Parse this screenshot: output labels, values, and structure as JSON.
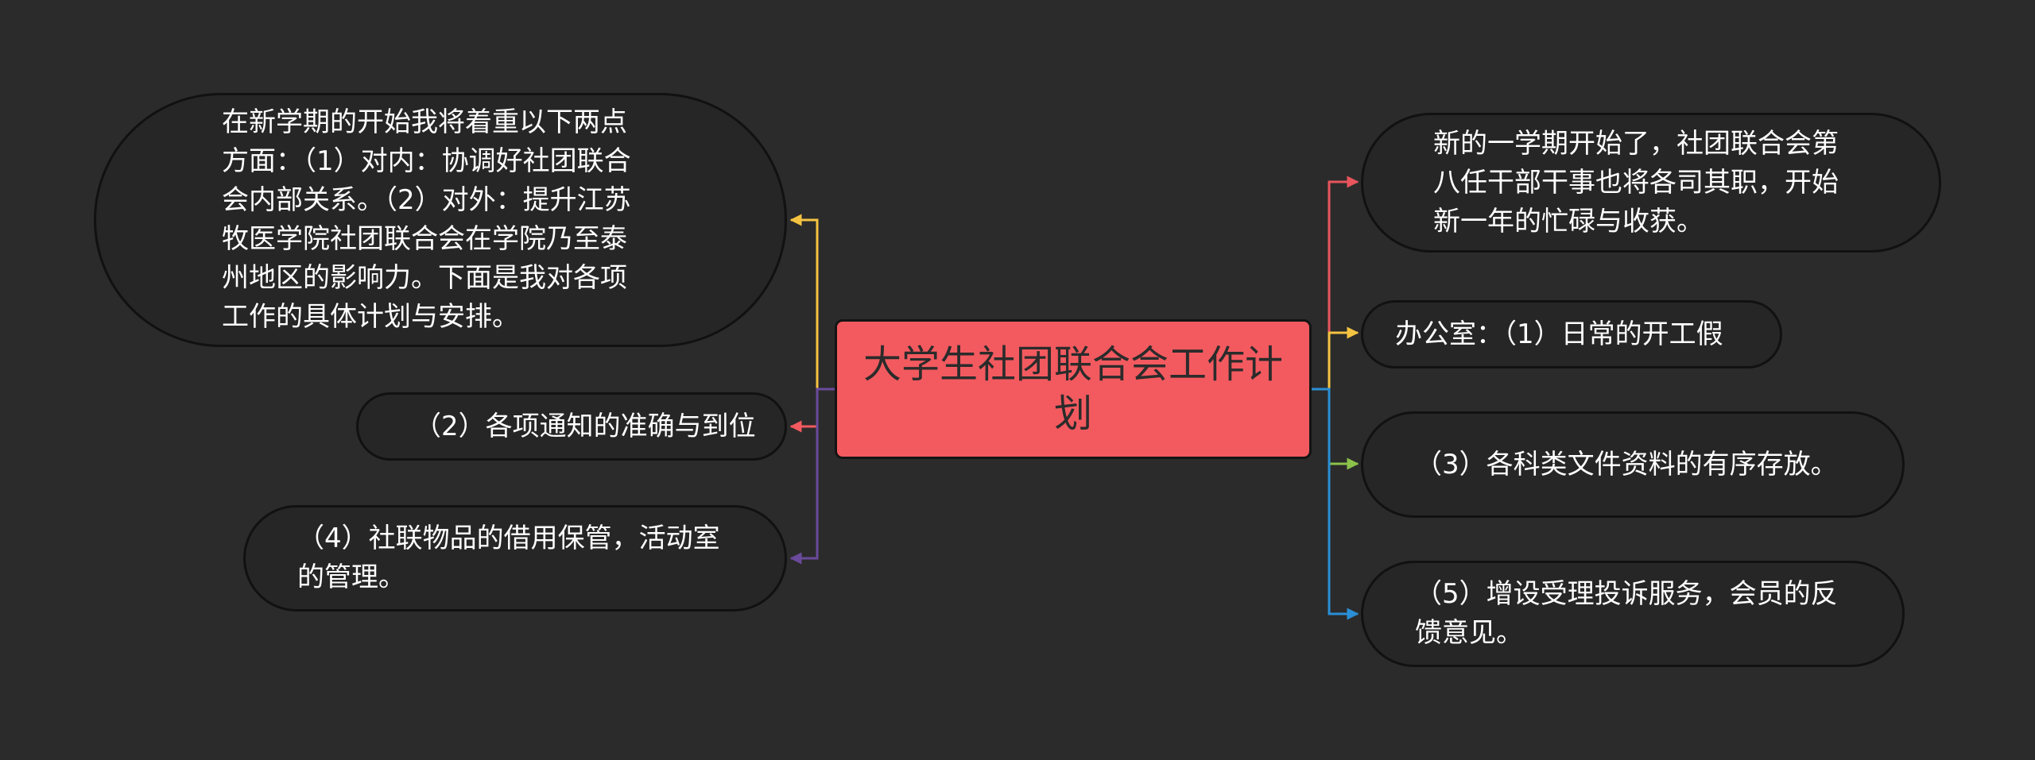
{
  "center": {
    "title": "大学生社团联合会工作计划",
    "color": "#f25a5f"
  },
  "left_nodes": [
    {
      "text": "在新学期的开始我将着重以下两点方面：（1）对内：协调好社团联合会内部关系。（2）对外：提升江苏牧医学院社团联合会在学院乃至泰州地区的影响力。下面是我对各项工作的具体计划与安排。",
      "branch_color": "#f5c342"
    },
    {
      "text": "（2）各项通知的准确与到位",
      "branch_color": "#f25a5f"
    },
    {
      "text": "（4）社联物品的借用保管，活动室的管理。",
      "branch_color": "#6a4a9c"
    }
  ],
  "right_nodes": [
    {
      "text": "新的一学期开始了，社团联合会第八任干部干事也将各司其职，开始新一年的忙碌与收获。",
      "branch_color": "#e8555d"
    },
    {
      "text": "办公室：（1）日常的开工假",
      "branch_color": "#f5c342"
    },
    {
      "text": "（3）各科类文件资料的有序存放。",
      "branch_color": "#8bc34a"
    },
    {
      "text": "（5）增设受理投诉服务，会员的反馈意见。",
      "branch_color": "#2a8fd6"
    }
  ]
}
